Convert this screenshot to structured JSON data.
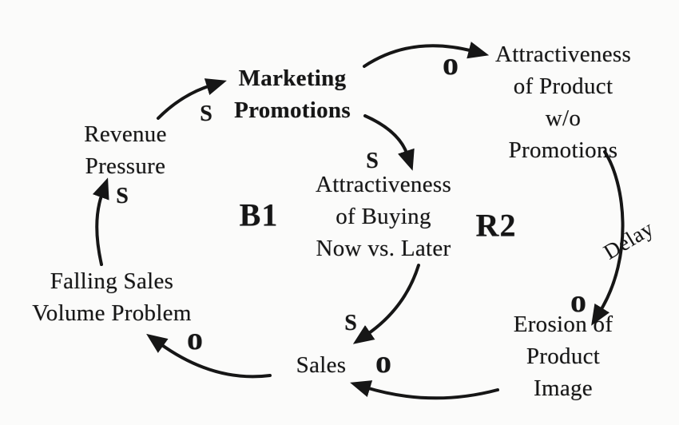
{
  "colors": {
    "background": "#fbfbfa",
    "ink": "#161616"
  },
  "nodes": {
    "marketing_promotions": {
      "label": "Marketing\nPromotions"
    },
    "attractiveness_wo_promotions": {
      "label": "Attractiveness\nof Product w/o\nPromotions"
    },
    "revenue_pressure": {
      "label": "Revenue\nPressure"
    },
    "attractiveness_buying_now": {
      "label": "Attractiveness\nof Buying\nNow vs. Later"
    },
    "falling_sales_volume": {
      "label": "Falling Sales\nVolume Problem"
    },
    "sales": {
      "label": "Sales"
    },
    "erosion_product_image": {
      "label": "Erosion of\nProduct Image"
    }
  },
  "loop_labels": {
    "b1": "B1",
    "r2": "R2"
  },
  "link_labels": {
    "revenue_to_marketing": "S",
    "marketing_to_attractiveness_wo": "o",
    "marketing_to_buying_now": "S",
    "falling_to_revenue": "S",
    "buying_now_to_sales": "S",
    "erosion_to_sales": "o",
    "sales_to_falling": "o",
    "attractiveness_wo_to_erosion": "o",
    "delay": "Delay"
  }
}
